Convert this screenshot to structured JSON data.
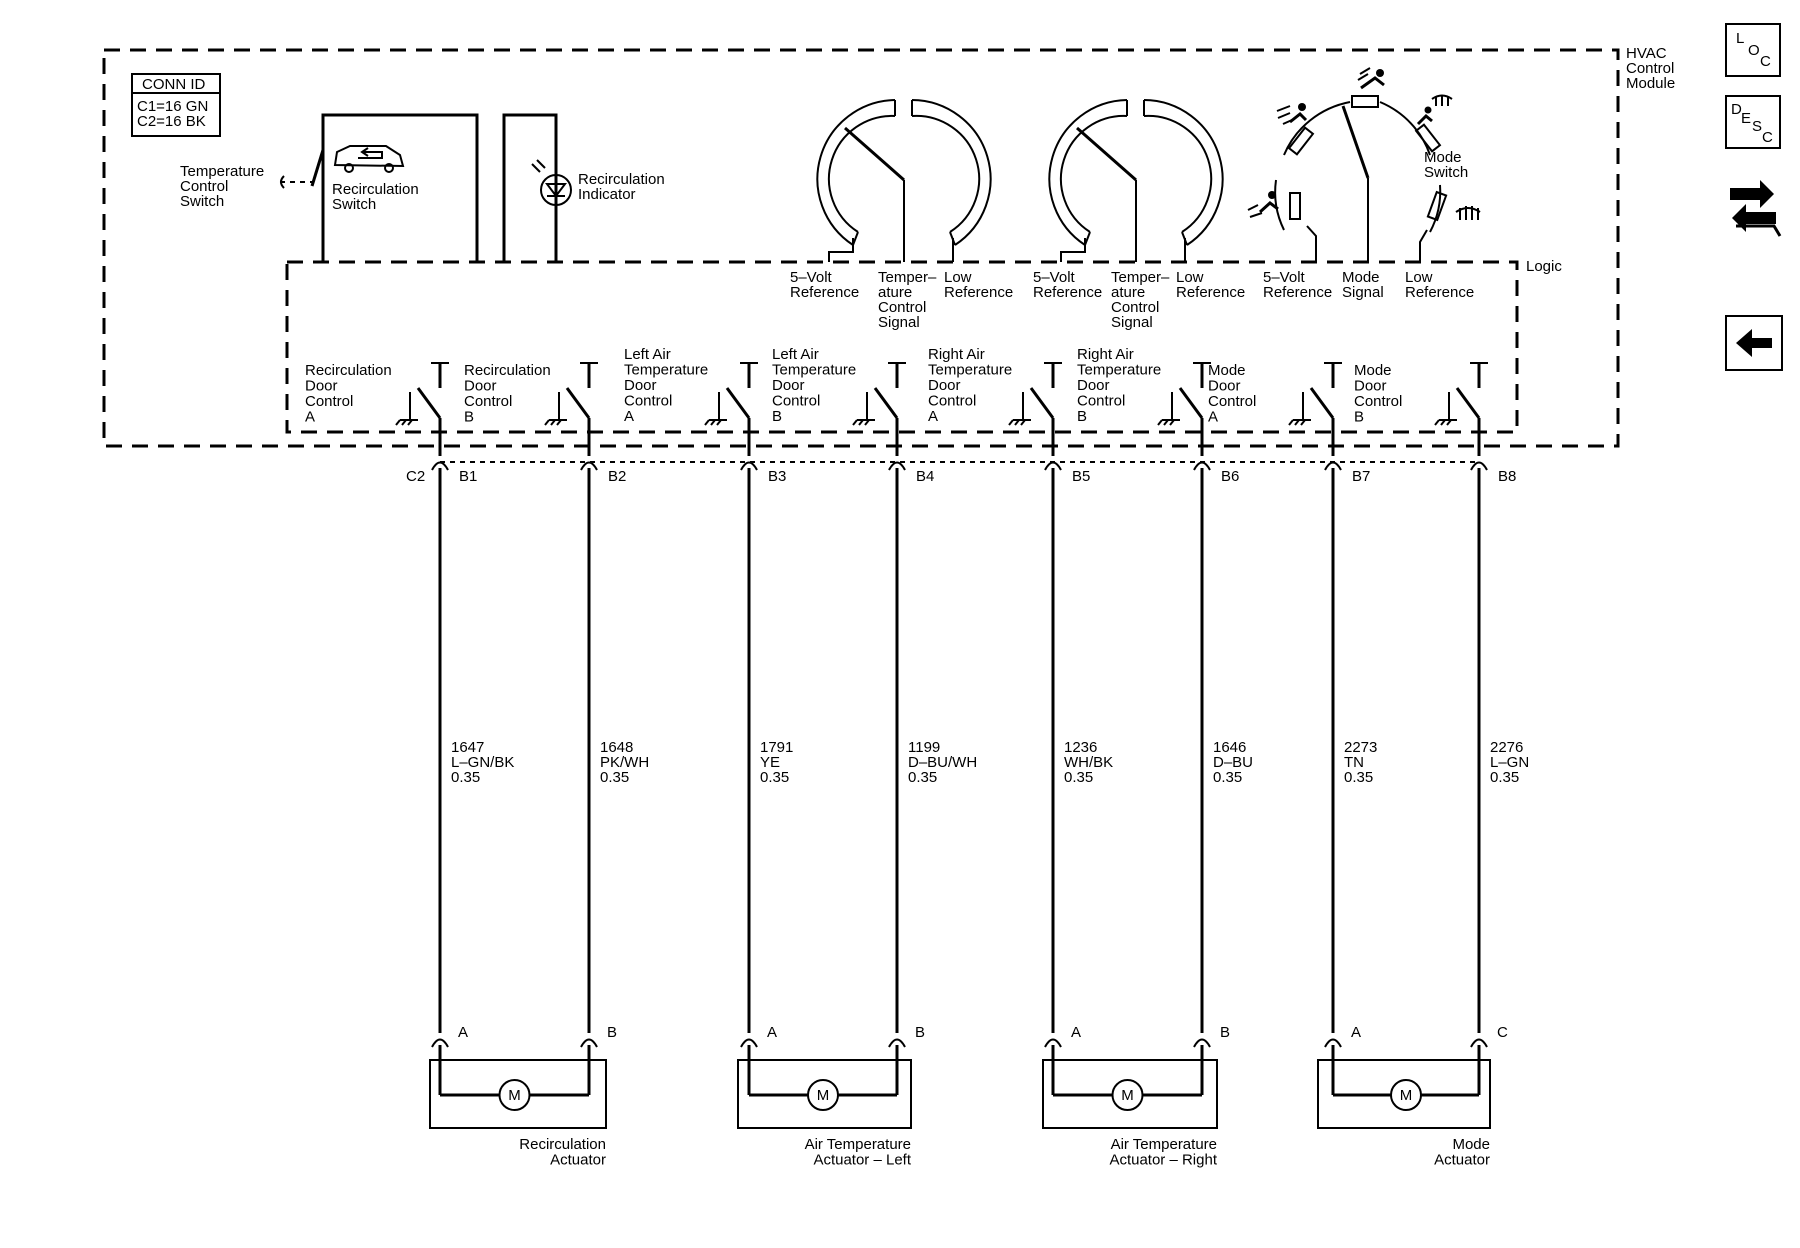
{
  "module": {
    "title_lines": [
      "HVAC",
      "Control",
      "Module"
    ],
    "logic_label": "Logic",
    "conn_id": {
      "title": "CONN ID",
      "lines": [
        "C1=16 GN",
        "C2=16 BK"
      ]
    }
  },
  "switches": {
    "temperature_control": [
      "Temperature",
      "Control",
      "Switch"
    ],
    "recirculation": [
      "Recirculation",
      "Switch"
    ],
    "recirculation_indicator": [
      "Recirculation",
      "Indicator"
    ],
    "mode_switch": [
      "Mode",
      "Switch"
    ]
  },
  "pot_labels": [
    {
      "lines": [
        "5–Volt",
        "Reference"
      ]
    },
    {
      "lines": [
        "Temper–",
        "ature",
        "Control",
        "Signal"
      ]
    },
    {
      "lines": [
        "Low",
        "Reference"
      ]
    },
    {
      "lines": [
        "5–Volt",
        "Reference"
      ]
    },
    {
      "lines": [
        "Temper–",
        "ature",
        "Control",
        "Signal"
      ]
    },
    {
      "lines": [
        "Low",
        "Reference"
      ]
    },
    {
      "lines": [
        "5–Volt",
        "Reference"
      ]
    },
    {
      "lines": [
        "Mode",
        "Signal"
      ]
    },
    {
      "lines": [
        "Low",
        "Reference"
      ]
    }
  ],
  "connector_label": "C2",
  "circuits": [
    {
      "label": [
        "Recirculation",
        "Door",
        "Control",
        "A"
      ],
      "pin": "B1",
      "circuit": "1647",
      "color": "L–GN/BK",
      "gauge": "0.35",
      "act_pin": "A"
    },
    {
      "label": [
        "Recirculation",
        "Door",
        "Control",
        "B"
      ],
      "pin": "B2",
      "circuit": "1648",
      "color": "PK/WH",
      "gauge": "0.35",
      "act_pin": "B"
    },
    {
      "label": [
        "Left Air",
        "Temperature",
        "Door",
        "Control",
        "A"
      ],
      "pin": "B3",
      "circuit": "1791",
      "color": "YE",
      "gauge": "0.35",
      "act_pin": "A"
    },
    {
      "label": [
        "Left Air",
        "Temperature",
        "Door",
        "Control",
        "B"
      ],
      "pin": "B4",
      "circuit": "1199",
      "color": "D–BU/WH",
      "gauge": "0.35",
      "act_pin": "B"
    },
    {
      "label": [
        "Right Air",
        "Temperature",
        "Door",
        "Control",
        "A"
      ],
      "pin": "B5",
      "circuit": "1236",
      "color": "WH/BK",
      "gauge": "0.35",
      "act_pin": "A"
    },
    {
      "label": [
        "Right Air",
        "Temperature",
        "Door",
        "Control",
        "B"
      ],
      "pin": "B6",
      "circuit": "1646",
      "color": "D–BU",
      "gauge": "0.35",
      "act_pin": "B"
    },
    {
      "label": [
        "Mode",
        "Door",
        "Control",
        "A"
      ],
      "pin": "B7",
      "circuit": "2273",
      "color": "TN",
      "gauge": "0.35",
      "act_pin": "A"
    },
    {
      "label": [
        "Mode",
        "Door",
        "Control",
        "B"
      ],
      "pin": "B8",
      "circuit": "2276",
      "color": "L–GN",
      "gauge": "0.35",
      "act_pin": "C"
    }
  ],
  "actuators": [
    {
      "lines": [
        "Recirculation",
        "Actuator"
      ],
      "motor": "M"
    },
    {
      "lines": [
        "Air Temperature",
        "Actuator – Left"
      ],
      "motor": "M"
    },
    {
      "lines": [
        "Air Temperature",
        "Actuator – Right"
      ],
      "motor": "M"
    },
    {
      "lines": [
        "Mode",
        "Actuator"
      ],
      "motor": "M"
    }
  ],
  "nav": {
    "loc": {
      "letters": [
        "L",
        "O",
        "C"
      ],
      "icon": "location-icon"
    },
    "desc": {
      "letters": [
        "D",
        "E",
        "S",
        "C"
      ],
      "icon": "description-icon"
    },
    "flow_icon": "connector-flow-icon",
    "back_icon": "back-arrow-icon"
  }
}
